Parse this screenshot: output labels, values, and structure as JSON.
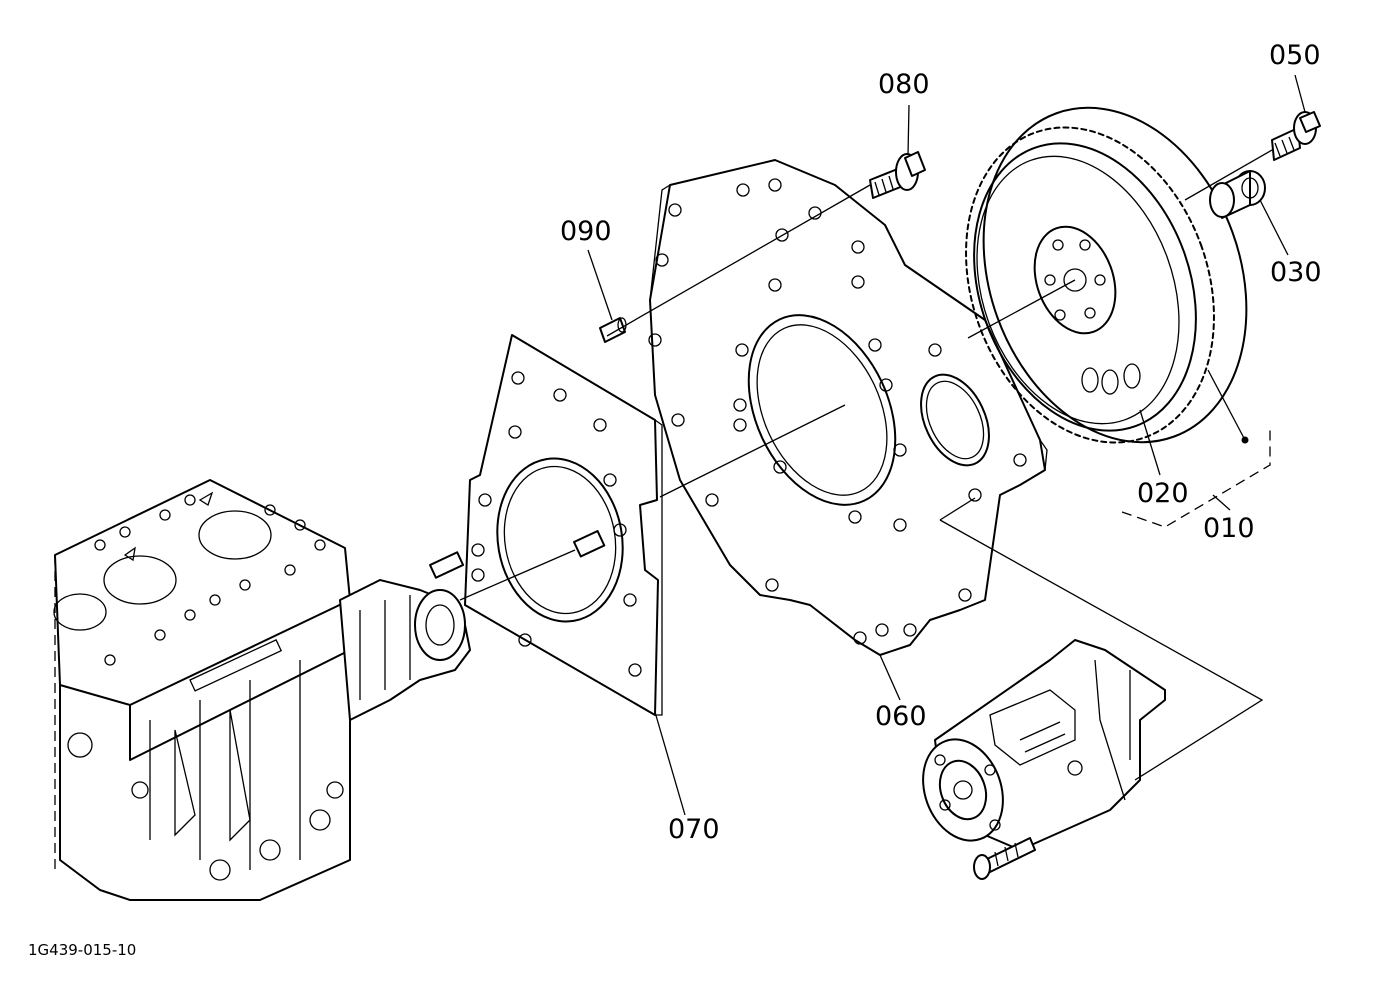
{
  "labels": {
    "p010": "010",
    "p020": "020",
    "p030": "030",
    "p050": "050",
    "p060": "060",
    "p070": "070",
    "p080": "080",
    "p090": "090"
  },
  "drawing_ref": "1G439-015-10"
}
